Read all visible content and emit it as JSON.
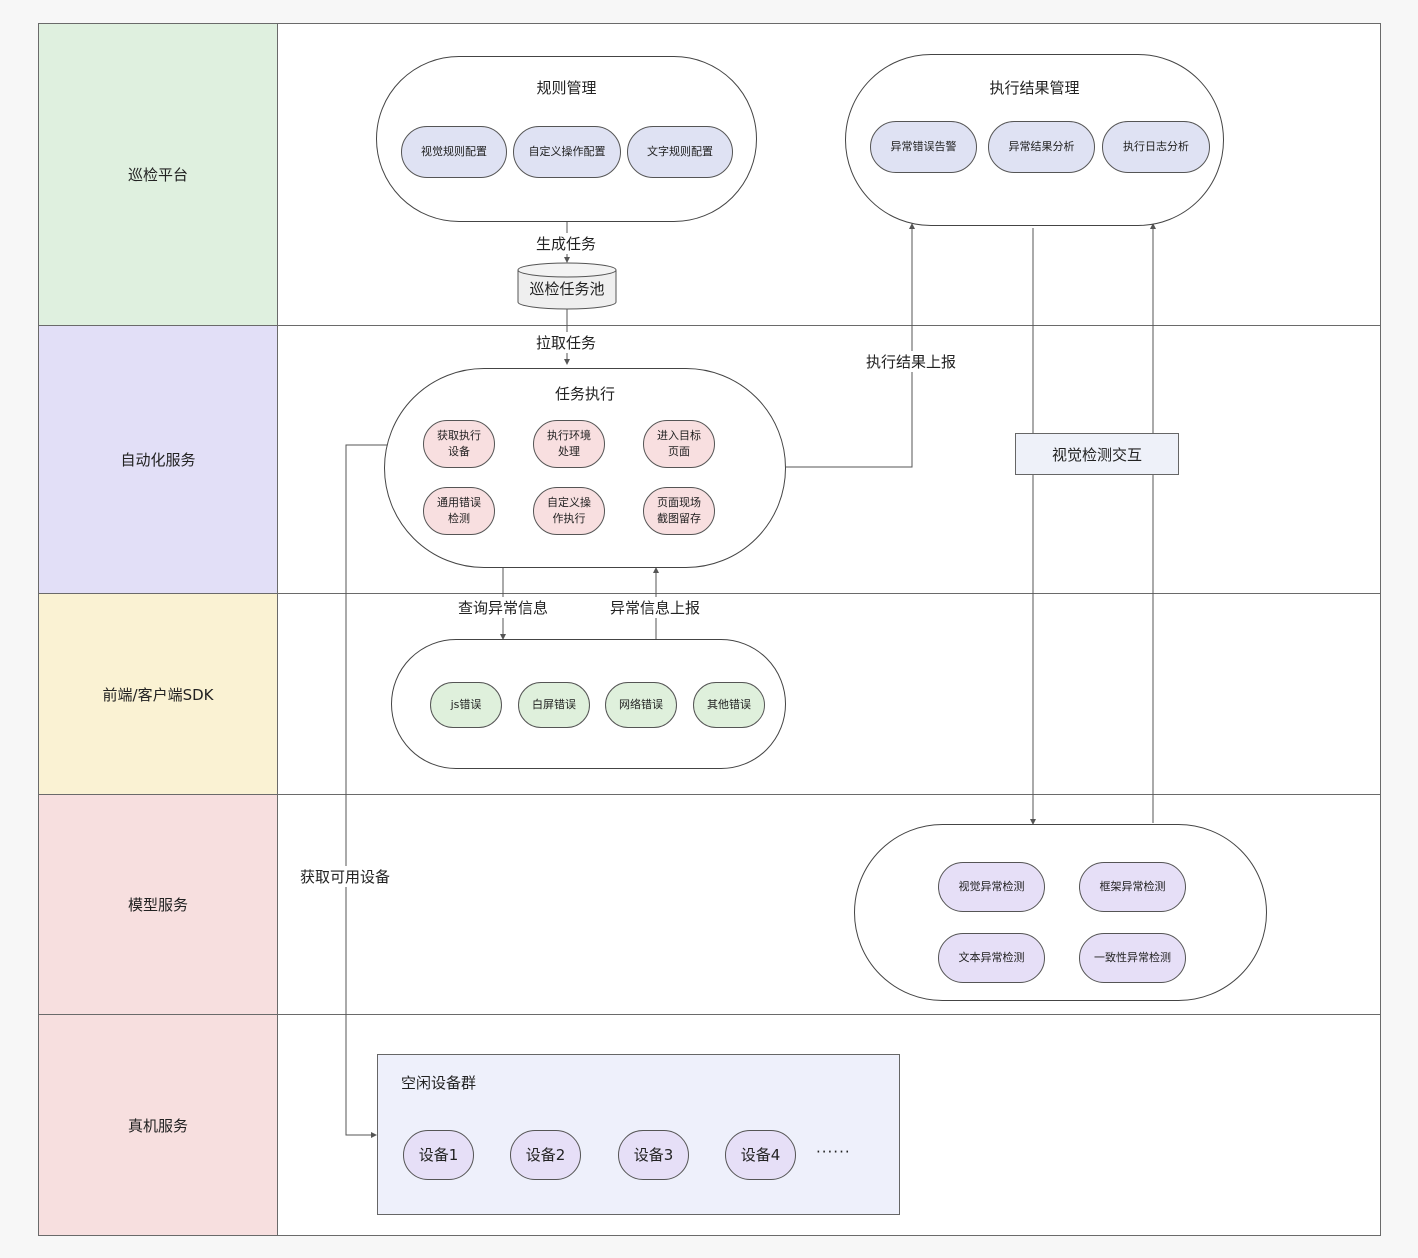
{
  "lanes": [
    {
      "label": "巡检平台",
      "color": "#dff0df"
    },
    {
      "label": "自动化服务",
      "color": "#e2dff7"
    },
    {
      "label": "前端/客户端SDK",
      "color": "#faf2d3"
    },
    {
      "label": "模型服务",
      "color": "#f7dfdf"
    },
    {
      "label": "真机服务",
      "color": "#f7dfdf"
    }
  ],
  "rule_mgmt": {
    "title": "规则管理",
    "items": [
      "视觉规则配置",
      "自定义操作配置",
      "文字规则配置"
    ]
  },
  "result_mgmt": {
    "title": "执行结果管理",
    "items": [
      "异常错误告警",
      "异常结果分析",
      "执行日志分析"
    ]
  },
  "task_pool": {
    "label": "巡检任务池"
  },
  "task_exec": {
    "title": "任务执行",
    "steps": [
      "获取执行设备",
      "执行环境处理",
      "进入目标页面",
      "页面现场截图留存",
      "自定义操作执行",
      "通用错误检测"
    ]
  },
  "step_lines": [
    [
      "获取执行",
      "设备"
    ],
    [
      "执行环境",
      "处理"
    ],
    [
      "进入目标",
      "页面"
    ],
    [
      "页面现场",
      "截图留存"
    ],
    [
      "自定义操",
      "作执行"
    ],
    [
      "通用错误",
      "检测"
    ]
  ],
  "sdk": {
    "items": [
      "js错误",
      "白屏错误",
      "网络错误",
      "其他错误"
    ]
  },
  "model": {
    "items": [
      "视觉异常检测",
      "框架异常检测",
      "文本异常检测",
      "一致性异常检测"
    ]
  },
  "devices": {
    "title": "空闲设备群",
    "items": [
      "设备1",
      "设备2",
      "设备3",
      "设备4"
    ],
    "more": "······"
  },
  "visual_interact": {
    "label": "视觉检测交互"
  },
  "edges": {
    "gen_task": "生成任务",
    "pull_task": "拉取任务",
    "report_result": "执行结果上报",
    "query_error": "查询异常信息",
    "report_error": "异常信息上报",
    "get_device": "获取可用设备"
  }
}
